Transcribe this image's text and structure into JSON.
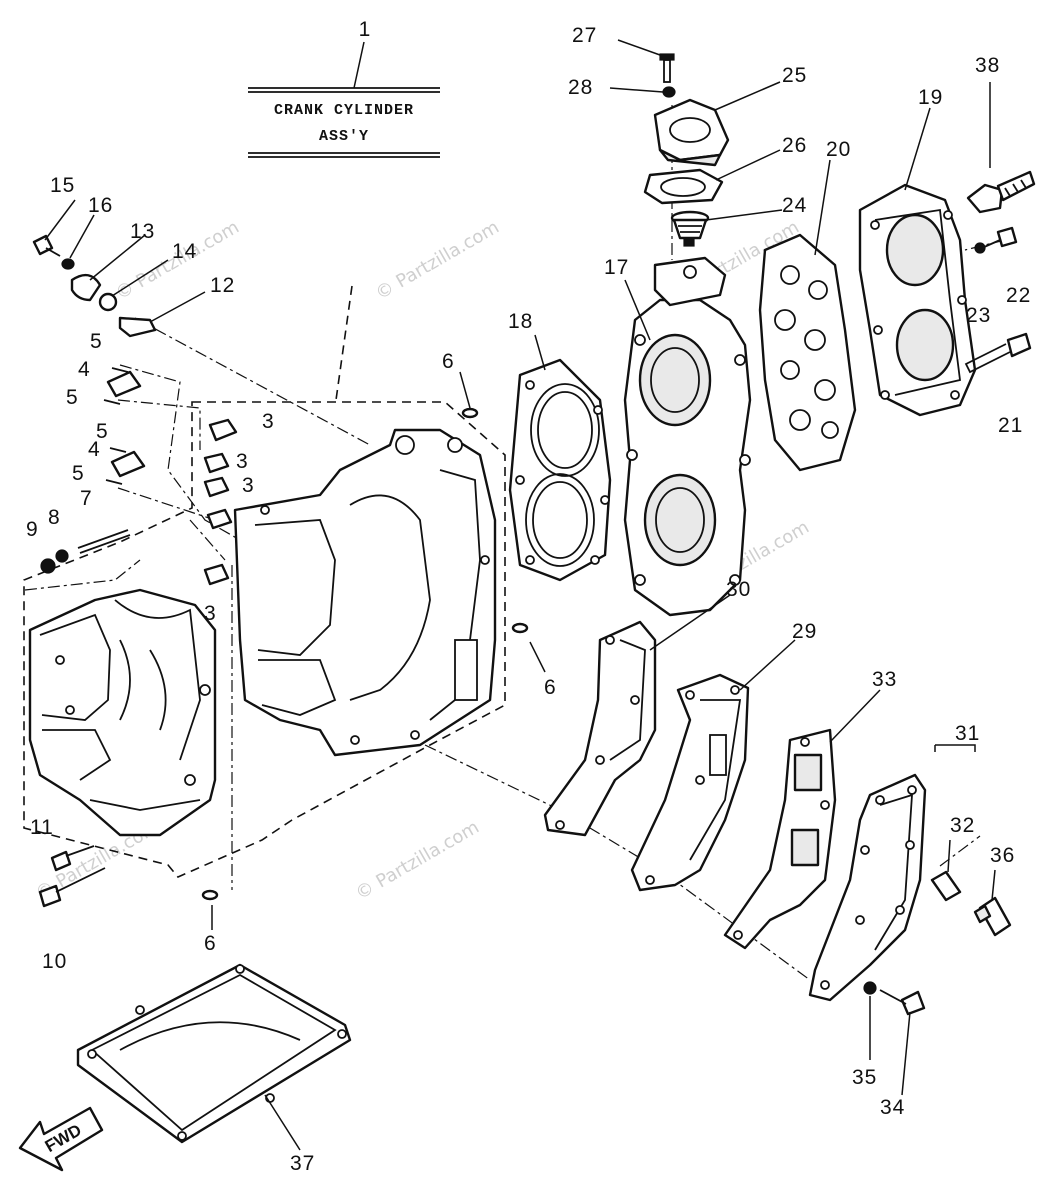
{
  "assembly_box": {
    "line1": "CRANK CYLINDER",
    "line2": "ASS'Y"
  },
  "direction_label": "FWD",
  "watermark": "© Partzilla.com",
  "callouts": {
    "c1": "1",
    "c3": "3",
    "c4": "4",
    "c5": "5",
    "c6": "6",
    "c7": "7",
    "c8": "8",
    "c9": "9",
    "c10": "10",
    "c11": "11",
    "c12": "12",
    "c13": "13",
    "c14": "14",
    "c15": "15",
    "c16": "16",
    "c17": "17",
    "c18": "18",
    "c19": "19",
    "c20": "20",
    "c21": "21",
    "c22": "22",
    "c23": "23",
    "c24": "24",
    "c25": "25",
    "c26": "26",
    "c27": "27",
    "c28": "28",
    "c29": "29",
    "c30": "30",
    "c31": "31",
    "c32": "32",
    "c33": "33",
    "c34": "34",
    "c35": "35",
    "c36": "36",
    "c37": "37",
    "c38": "38"
  },
  "colors": {
    "ink": "#111111",
    "watermark": "#cfcfcf",
    "paper": "#ffffff"
  }
}
